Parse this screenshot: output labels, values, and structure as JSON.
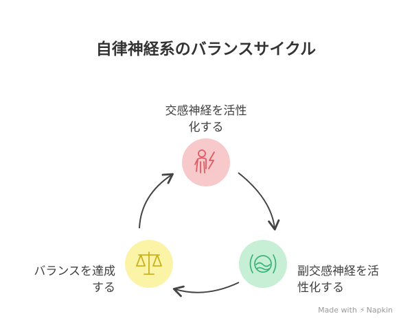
{
  "title": "自律神経系のバランスサイクル",
  "nodes": {
    "top": {
      "line1": "交感神経を活性",
      "line2": "化する",
      "icon": "energetic-person-lightning-icon",
      "color": "#f7c9cb",
      "stroke": "#e05a63"
    },
    "right": {
      "line1": "副交感神経を活",
      "line2": "性化する",
      "icon": "calm-waves-icon",
      "color": "#c6efd6",
      "stroke": "#3fb47a"
    },
    "left": {
      "line1": "バランスを達成",
      "line2": "する",
      "icon": "balance-scale-icon",
      "color": "#fbf3a6",
      "stroke": "#c9b11c"
    }
  },
  "footer": {
    "prefix": "Made with",
    "brand": "Napkin"
  }
}
